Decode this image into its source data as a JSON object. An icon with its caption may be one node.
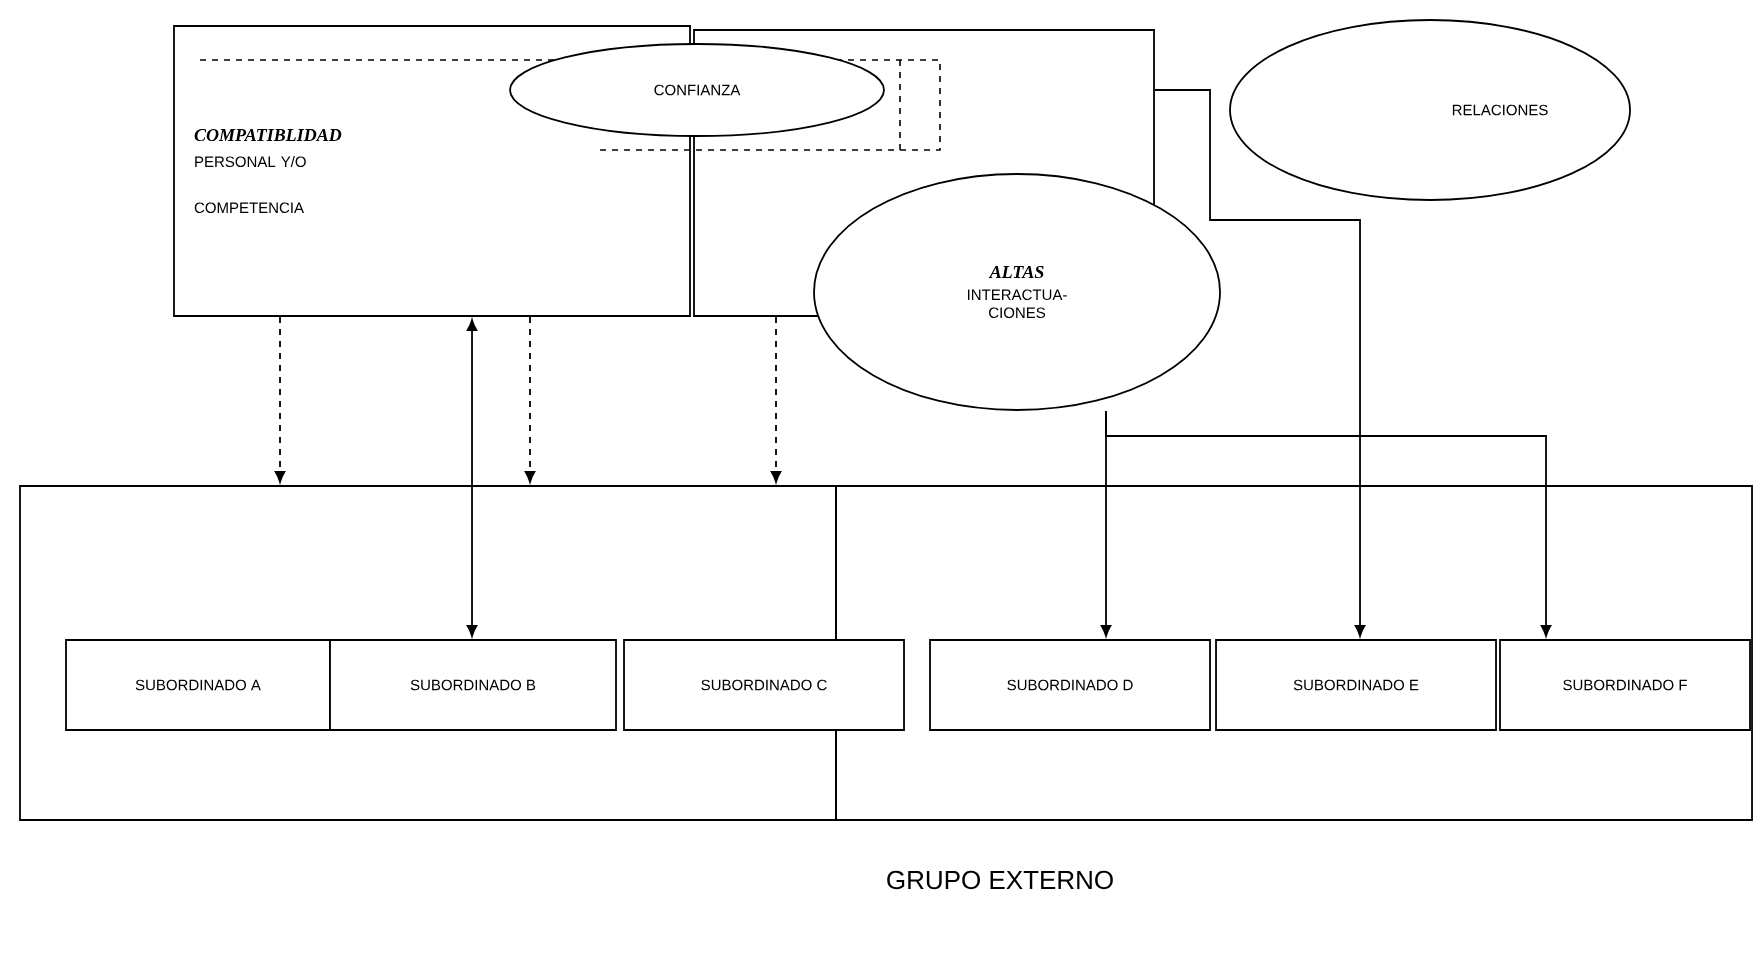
{
  "diagram": {
    "nodes": [
      {
        "text": [
          "COMPATIBLIDAD",
          "PERSONAL Y/O",
          "COMPETENCIA"
        ]
      },
      {
        "text": [],
        "shape": "box"
      },
      {
        "text": [
          "CONFIANZA"
        ]
      },
      {
        "text": [
          "RELACIONES"
        ]
      },
      {
        "text": [
          "ALTAS",
          "INTERACTUA- CIONES"
        ]
      },
      {
        "text": [],
        "shape": "box"
      },
      {
        "text": [],
        "shape": "box"
      },
      {
        "text": [
          "SUBORDINADO A"
        ],
        "in": 5
      },
      {
        "text": [
          "SUBORDINADO B"
        ],
        "in": 5
      },
      {
        "text": [
          "SUBORDINADO C"
        ]
      },
      {
        "text": [
          "SUBORDINADO D"
        ],
        "in": 6
      },
      {
        "text": [
          "SUBORDINADO E"
        ],
        "in": 6
      },
      {
        "text": [
          "SUBORDINADO F"
        ],
        "in": 6
      }
    ],
    "edges": [
      {
        "from": 0,
        "to": 5,
        "arrow": "to",
        "style": "dashed"
      },
      {
        "from": 0,
        "to": 8,
        "arrow": "both"
      },
      {
        "from": 0,
        "to": 5,
        "arrow": "to",
        "style": "dashed"
      },
      {
        "from": 1,
        "to": 5,
        "arrow": "to",
        "style": "dashed"
      },
      {
        "from": 1,
        "to": 11,
        "arrow": "to"
      },
      {
        "from": 4,
        "to": 10,
        "arrow": "to"
      },
      {
        "from": 4,
        "to": 12,
        "arrow": "to"
      }
    ],
    "labels": [
      "GRUPO EXTERNO"
    ]
  }
}
